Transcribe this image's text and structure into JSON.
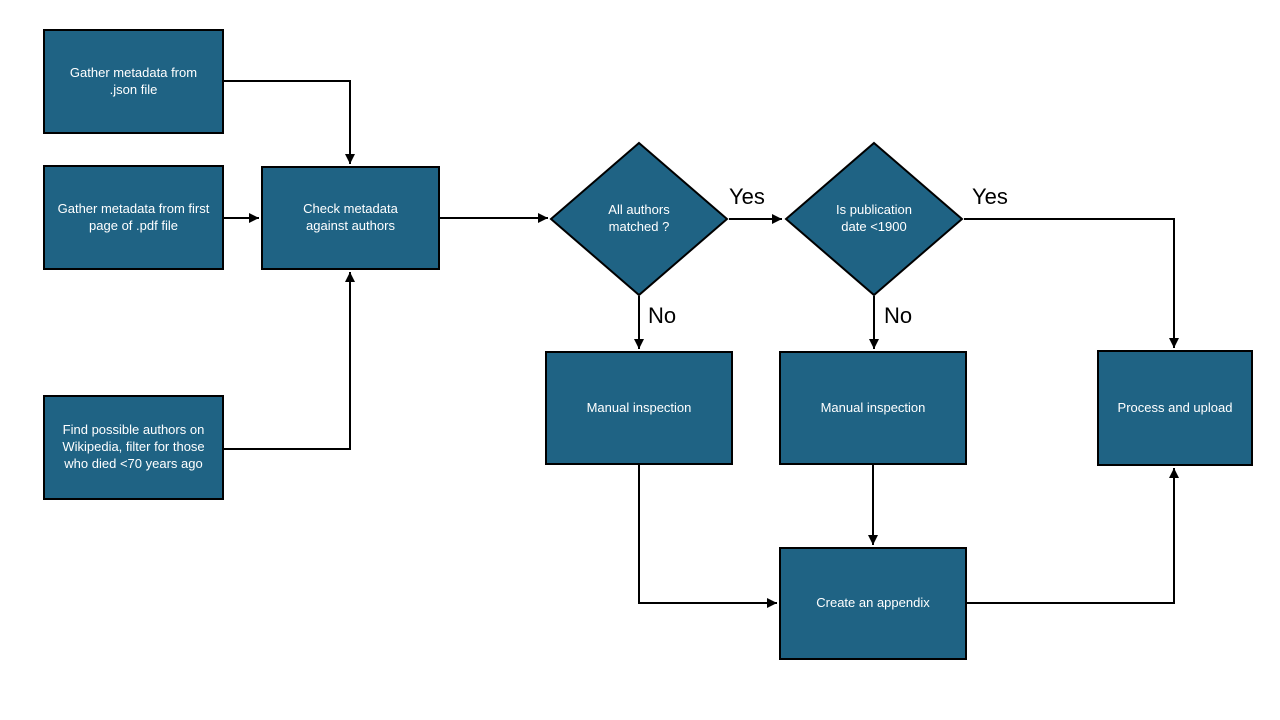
{
  "diagram": {
    "background": "#ffffff",
    "node_fill": "#1f6384",
    "node_border": "#000000",
    "node_text_color": "#ffffff",
    "edge_color": "#000000",
    "edge_label_color": "#000000"
  },
  "nodes": {
    "gather_json": {
      "shape": "rectangle",
      "label": "Gather metadata from .json file"
    },
    "gather_pdf": {
      "shape": "rectangle",
      "label": "Gather metadata from first page of .pdf file"
    },
    "find_authors": {
      "shape": "rectangle",
      "label": "Find possible authors on Wikipedia, filter for those who died <70 years ago"
    },
    "check_metadata": {
      "shape": "rectangle",
      "label": "Check metadata against authors"
    },
    "all_matched": {
      "shape": "diamond",
      "label": "All authors matched ?"
    },
    "pub_date": {
      "shape": "diamond",
      "label": "Is publication date <1900"
    },
    "manual_left": {
      "shape": "rectangle",
      "label": "Manual inspection"
    },
    "manual_right": {
      "shape": "rectangle",
      "label": "Manual inspection"
    },
    "process_upload": {
      "shape": "rectangle",
      "label": "Process and upload"
    },
    "create_appendix": {
      "shape": "rectangle",
      "label": "Create an appendix"
    }
  },
  "edges": [
    {
      "from": "gather_json",
      "to": "check_metadata",
      "label": ""
    },
    {
      "from": "gather_pdf",
      "to": "check_metadata",
      "label": ""
    },
    {
      "from": "find_authors",
      "to": "check_metadata",
      "label": ""
    },
    {
      "from": "check_metadata",
      "to": "all_matched",
      "label": ""
    },
    {
      "from": "all_matched",
      "to": "pub_date",
      "label": "Yes"
    },
    {
      "from": "all_matched",
      "to": "manual_left",
      "label": "No"
    },
    {
      "from": "pub_date",
      "to": "process_upload",
      "label": "Yes"
    },
    {
      "from": "pub_date",
      "to": "manual_right",
      "label": "No"
    },
    {
      "from": "manual_left",
      "to": "create_appendix",
      "label": ""
    },
    {
      "from": "manual_right",
      "to": "create_appendix",
      "label": ""
    },
    {
      "from": "create_appendix",
      "to": "process_upload",
      "label": ""
    }
  ]
}
